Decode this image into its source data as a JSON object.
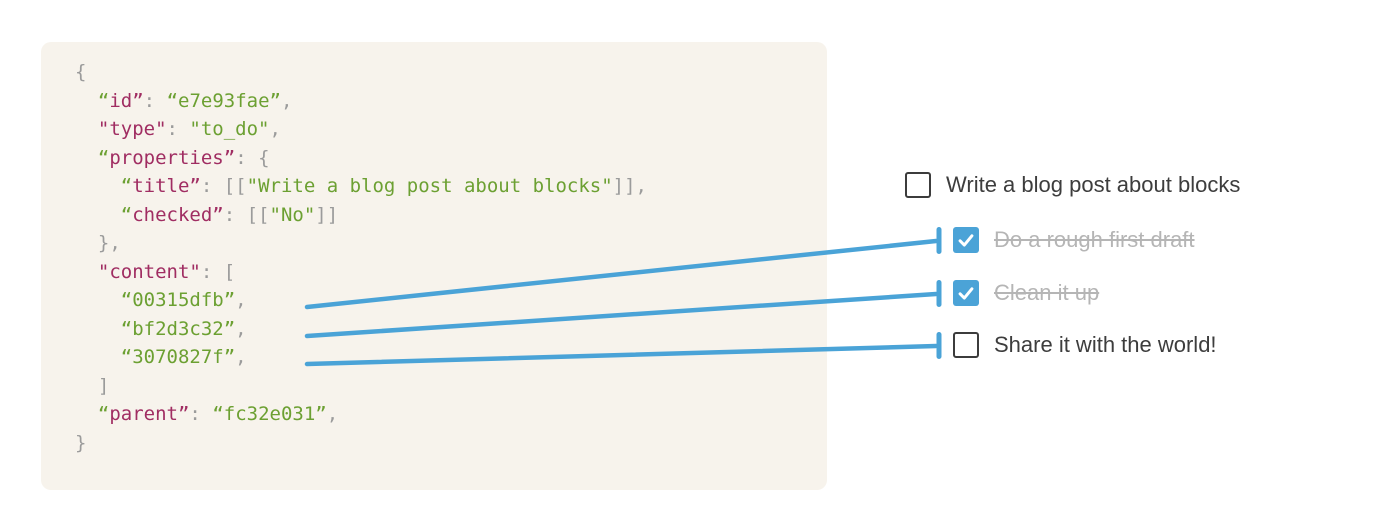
{
  "colors": {
    "panel_bg": "#f7f3ec",
    "key": "#a02d62",
    "string": "#6ca032",
    "punctuation": "#9b9b9b",
    "connector_blue": "#4aa3d7",
    "checkbox_checked": "#4ba3d7",
    "todo_text": "#3d3d3d",
    "todo_done_text": "#b5b5b5"
  },
  "code_panel": {
    "lines": [
      [
        {
          "t": "{",
          "c": "punct"
        }
      ],
      [
        {
          "t": "  ",
          "c": "punct"
        },
        {
          "t": "“",
          "c": "str"
        },
        {
          "t": "id”",
          "c": "key"
        },
        {
          "t": ": ",
          "c": "punct"
        },
        {
          "t": "“e7e93fae”",
          "c": "str"
        },
        {
          "t": ",",
          "c": "punct"
        }
      ],
      [
        {
          "t": "  ",
          "c": "punct"
        },
        {
          "t": "\"type\"",
          "c": "key"
        },
        {
          "t": ": ",
          "c": "punct"
        },
        {
          "t": "\"to_do\"",
          "c": "str"
        },
        {
          "t": ",",
          "c": "punct"
        }
      ],
      [
        {
          "t": "  ",
          "c": "punct"
        },
        {
          "t": "“",
          "c": "str"
        },
        {
          "t": "properties”",
          "c": "key"
        },
        {
          "t": ": {",
          "c": "punct"
        }
      ],
      [
        {
          "t": "    ",
          "c": "punct"
        },
        {
          "t": "“",
          "c": "str"
        },
        {
          "t": "title”",
          "c": "key"
        },
        {
          "t": ": [[",
          "c": "punct"
        },
        {
          "t": "\"Write a blog post about blocks\"",
          "c": "str"
        },
        {
          "t": "]],",
          "c": "punct"
        }
      ],
      [
        {
          "t": "    ",
          "c": "punct"
        },
        {
          "t": "“",
          "c": "str"
        },
        {
          "t": "checked”",
          "c": "key"
        },
        {
          "t": ": [[",
          "c": "punct"
        },
        {
          "t": "\"No\"",
          "c": "str"
        },
        {
          "t": "]]",
          "c": "punct"
        }
      ],
      [
        {
          "t": "  },",
          "c": "punct"
        }
      ],
      [
        {
          "t": "  ",
          "c": "punct"
        },
        {
          "t": "\"content\"",
          "c": "key"
        },
        {
          "t": ": [",
          "c": "punct"
        }
      ],
      [
        {
          "t": "    ",
          "c": "punct"
        },
        {
          "t": "“00315dfb”",
          "c": "str"
        },
        {
          "t": ",",
          "c": "punct"
        }
      ],
      [
        {
          "t": "    ",
          "c": "punct"
        },
        {
          "t": "“bf2d3c32”",
          "c": "str"
        },
        {
          "t": ",",
          "c": "punct"
        }
      ],
      [
        {
          "t": "    ",
          "c": "punct"
        },
        {
          "t": "“3070827f”",
          "c": "str"
        },
        {
          "t": ",",
          "c": "punct"
        }
      ],
      [
        {
          "t": "  ]",
          "c": "punct"
        }
      ],
      [
        {
          "t": "  ",
          "c": "punct"
        },
        {
          "t": "“",
          "c": "str"
        },
        {
          "t": "parent”",
          "c": "key"
        },
        {
          "t": ": ",
          "c": "punct"
        },
        {
          "t": "“fc32e031”",
          "c": "str"
        },
        {
          "t": ",",
          "c": "punct"
        }
      ],
      [
        {
          "t": "}",
          "c": "punct"
        }
      ]
    ]
  },
  "todo": {
    "items": [
      {
        "label": "Write a blog post about blocks",
        "checked": false,
        "done": false
      },
      {
        "label": "Do a rough first draft",
        "checked": true,
        "done": true
      },
      {
        "label": "Clean it up",
        "checked": true,
        "done": true
      },
      {
        "label": "Share it with the world!",
        "checked": false,
        "done": false
      }
    ]
  },
  "connectors": [
    {
      "from": "00315dfb",
      "to": "Do a rough first draft"
    },
    {
      "from": "bf2d3c32",
      "to": "Clean it up"
    },
    {
      "from": "3070827f",
      "to": "Share it with the world!"
    }
  ]
}
